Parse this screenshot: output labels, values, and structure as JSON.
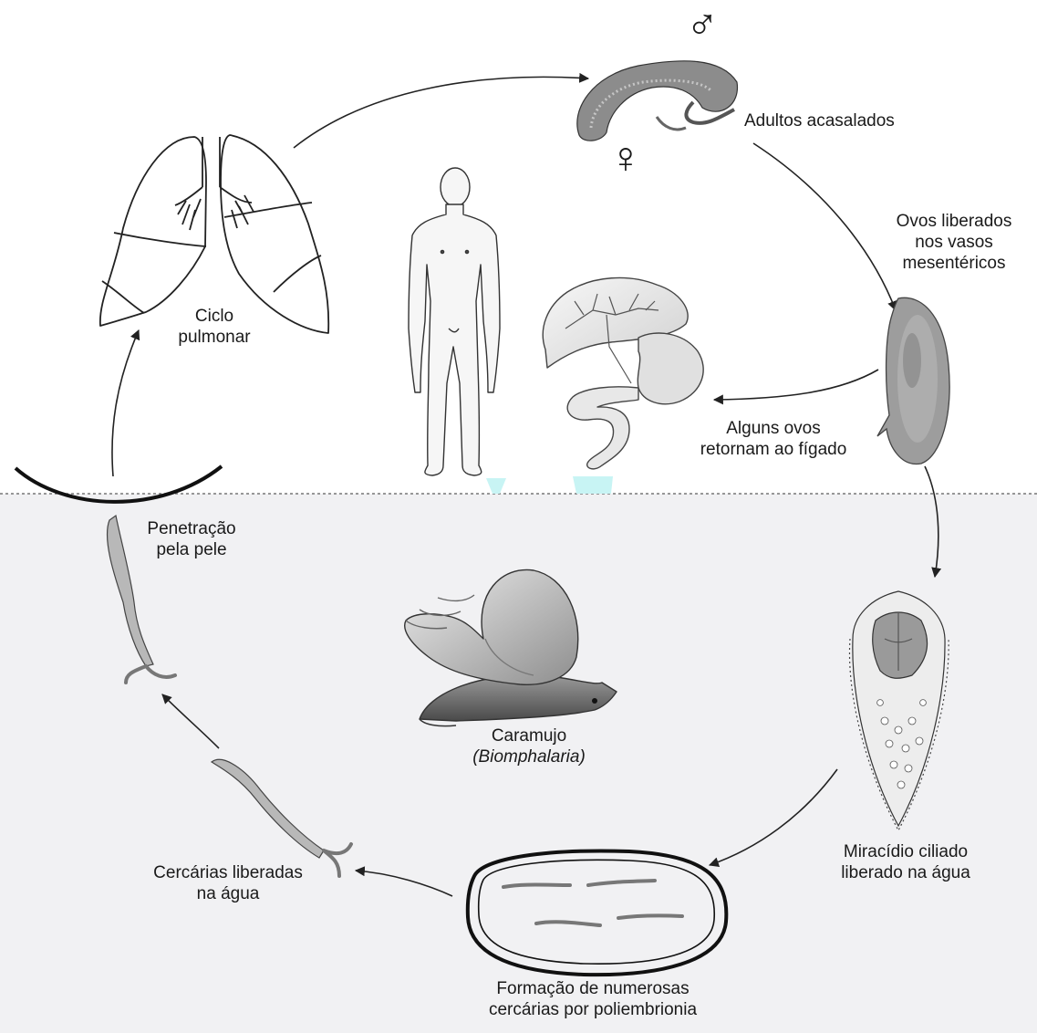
{
  "labels": {
    "adults": "Adultos acasalados",
    "eggs": [
      "Ovos liberados",
      "nos vasos",
      "mesentéricos"
    ],
    "liver_return": [
      "Alguns ovos",
      "retornam ao fígado"
    ],
    "lung_cycle": [
      "Ciclo",
      "pulmonar"
    ],
    "skin": [
      "Penetração",
      "pela pele"
    ],
    "snail_name": "Caramujo",
    "snail_genus": "(Biomphalaria)",
    "miracidium": [
      "Miracídio ciliado",
      "liberado na água"
    ],
    "cercariae_released": [
      "Cercárias liberadas",
      "na água"
    ],
    "polyembryony": [
      "Formação de numerosas",
      "cercárias por poliembrionia"
    ]
  },
  "symbols": {
    "male": "♂",
    "female": "♀"
  },
  "colors": {
    "water": "#f1f1f3",
    "line": "#222222",
    "accent": "#c8f4f4"
  }
}
